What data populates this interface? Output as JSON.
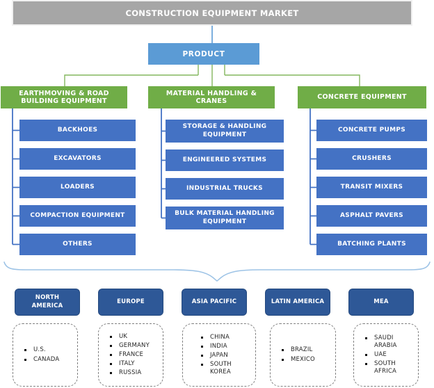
{
  "header": {
    "title": "CONSTRUCTION EQUIPMENT MARKET"
  },
  "product": {
    "label": "PRODUCT"
  },
  "categories": [
    {
      "label": "EARTHMOVING & ROAD BUILDING EQUIPMENT",
      "items": [
        "BACKHOES",
        "EXCAVATORS",
        "LOADERS",
        "COMPACTION EQUIPMENT",
        "OTHERS"
      ]
    },
    {
      "label": "MATERIAL HANDLING & CRANES",
      "items": [
        "STORAGE & HANDLING EQUIPMENT",
        "ENGINEERED SYSTEMS",
        "INDUSTRIAL TRUCKS",
        "BULK MATERIAL HANDLING EQUIPMENT"
      ]
    },
    {
      "label": "CONCRETE EQUIPMENT",
      "items": [
        "CONCRETE PUMPS",
        "CRUSHERS",
        "TRANSIT MIXERS",
        "ASPHALT PAVERS",
        "BATCHING PLANTS"
      ]
    }
  ],
  "regions": [
    {
      "label": "NORTH AMERICA",
      "countries": [
        "U.S.",
        "CANADA"
      ]
    },
    {
      "label": "EUROPE",
      "countries": [
        "UK",
        "GERMANY",
        "FRANCE",
        "ITALY",
        "RUSSIA"
      ]
    },
    {
      "label": "ASIA PACIFIC",
      "countries": [
        "CHINA",
        "INDIA",
        "JAPAN",
        "SOUTH KOREA"
      ]
    },
    {
      "label": "LATIN AMERICA",
      "countries": [
        "BRAZIL",
        "MEXICO"
      ]
    },
    {
      "label": "MEA",
      "countries": [
        "SAUDI ARABIA",
        "UAE",
        "SOUTH AFRICA"
      ]
    }
  ],
  "colors": {
    "header-bg": "#a6a6a6",
    "product-blue": "#5b9bd5",
    "category-green": "#70ad47",
    "item-blue": "#4472c4",
    "region-navy": "#2e5897",
    "region-border": "#24497e",
    "line-green": "#84b75e",
    "line-blue": "#4472c4",
    "brace-blue": "#9dc3e6",
    "dashed-border": "#7f7f7f",
    "list-text": "#262626"
  }
}
